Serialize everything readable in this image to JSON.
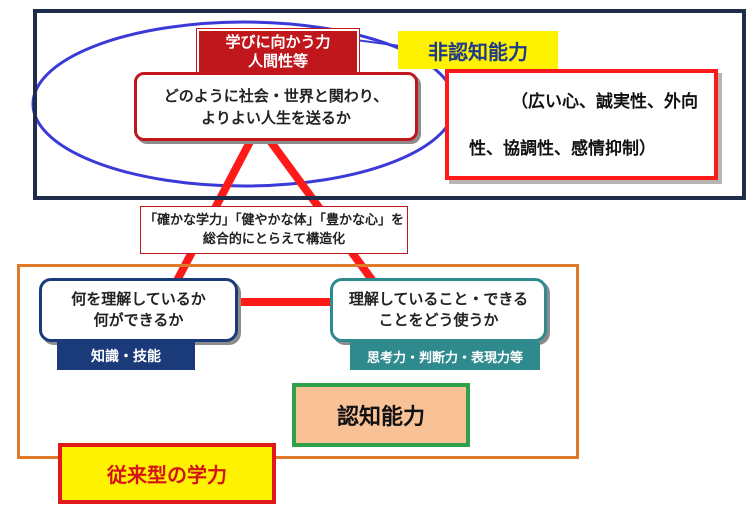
{
  "colors": {
    "frame_top": "#1f2d4a",
    "frame_bottom": "#e07a28",
    "ellipse": "#3a3ad8",
    "connector_red": "#ff1a1a",
    "tag_red": "#c0171c",
    "knowledge_navy": "#1b3a7a",
    "thinking_teal": "#2f8a8e",
    "highlight_yellow": "#fff200",
    "cognitive_fill": "#f9c196",
    "cognitive_border": "#2fa14a"
  },
  "top": {
    "tag_line1": "学びに向かう力",
    "tag_line2": "人間性等",
    "main_line1": "どのように社会・世界と関わり、",
    "main_line2": "よりよい人生を送るか",
    "noncog_label": "非認知能力",
    "noncog_detail_line1": "（広い心、誠実性、外向",
    "noncog_detail_line2": "性、協調性、感情抑制）"
  },
  "middle": {
    "caption_line1": "「確かな学力」「健やかな体」「豊かな心」を",
    "caption_line2": "総合的にとらえて構造化"
  },
  "bottom": {
    "left_line1": "何を理解しているか",
    "left_line2": "何ができるか",
    "left_tag": "知識・技能",
    "right_line1": "理解していること・できる",
    "right_line2": "ことをどう使うか",
    "right_tag": "思考力・判断力・表現力等",
    "cog_label": "認知能力",
    "traditional_label": "従来型の学力"
  }
}
